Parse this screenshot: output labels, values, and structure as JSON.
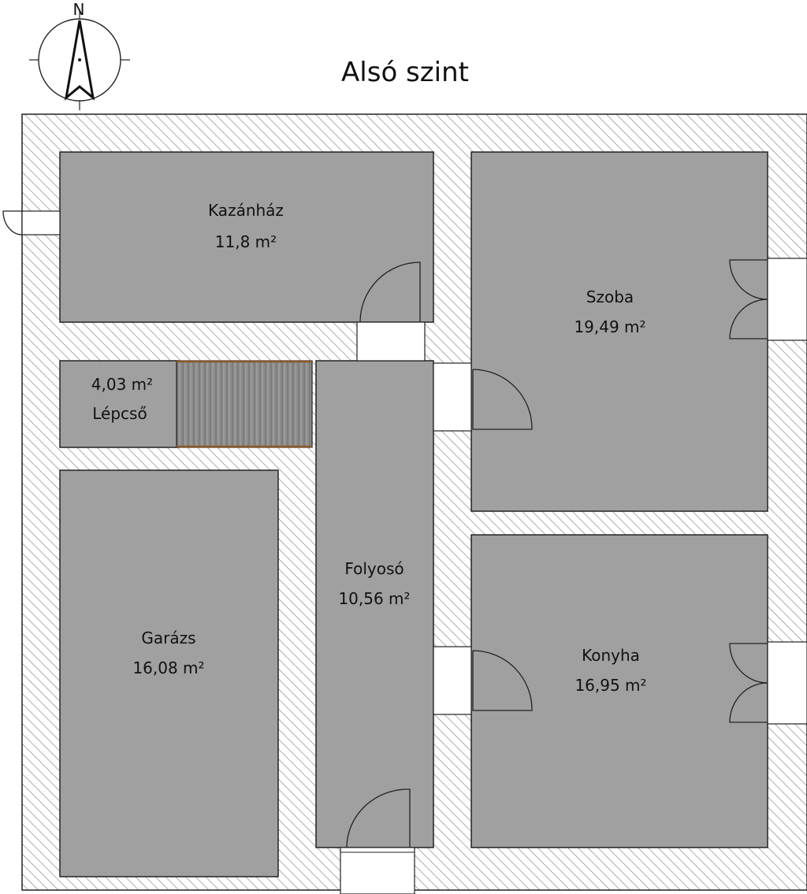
{
  "plan": {
    "title": "Alsó szint",
    "compass_label": "N",
    "rooms": [
      {
        "id": "kazanhaz",
        "name": "Kazánház",
        "area": "11,8 m²"
      },
      {
        "id": "szoba",
        "name": "Szoba",
        "area": "19,49 m²"
      },
      {
        "id": "lepcso",
        "name": "Lépcső",
        "area": "4,03 m²"
      },
      {
        "id": "folyoso",
        "name": "Folyosó",
        "area": "10,56 m²"
      },
      {
        "id": "garazs",
        "name": "Garázs",
        "area": "16,08 m²"
      },
      {
        "id": "konyha",
        "name": "Konyha",
        "area": "16,95 m²"
      }
    ],
    "colors": {
      "room_fill": "#a0a0a0",
      "wall_fill": "#ffffff",
      "wall_hatch": "#8a8a8a",
      "outline": "#222222",
      "stair_fill": "#8c8c8c",
      "stair_edge": "#8a5a2a"
    }
  }
}
